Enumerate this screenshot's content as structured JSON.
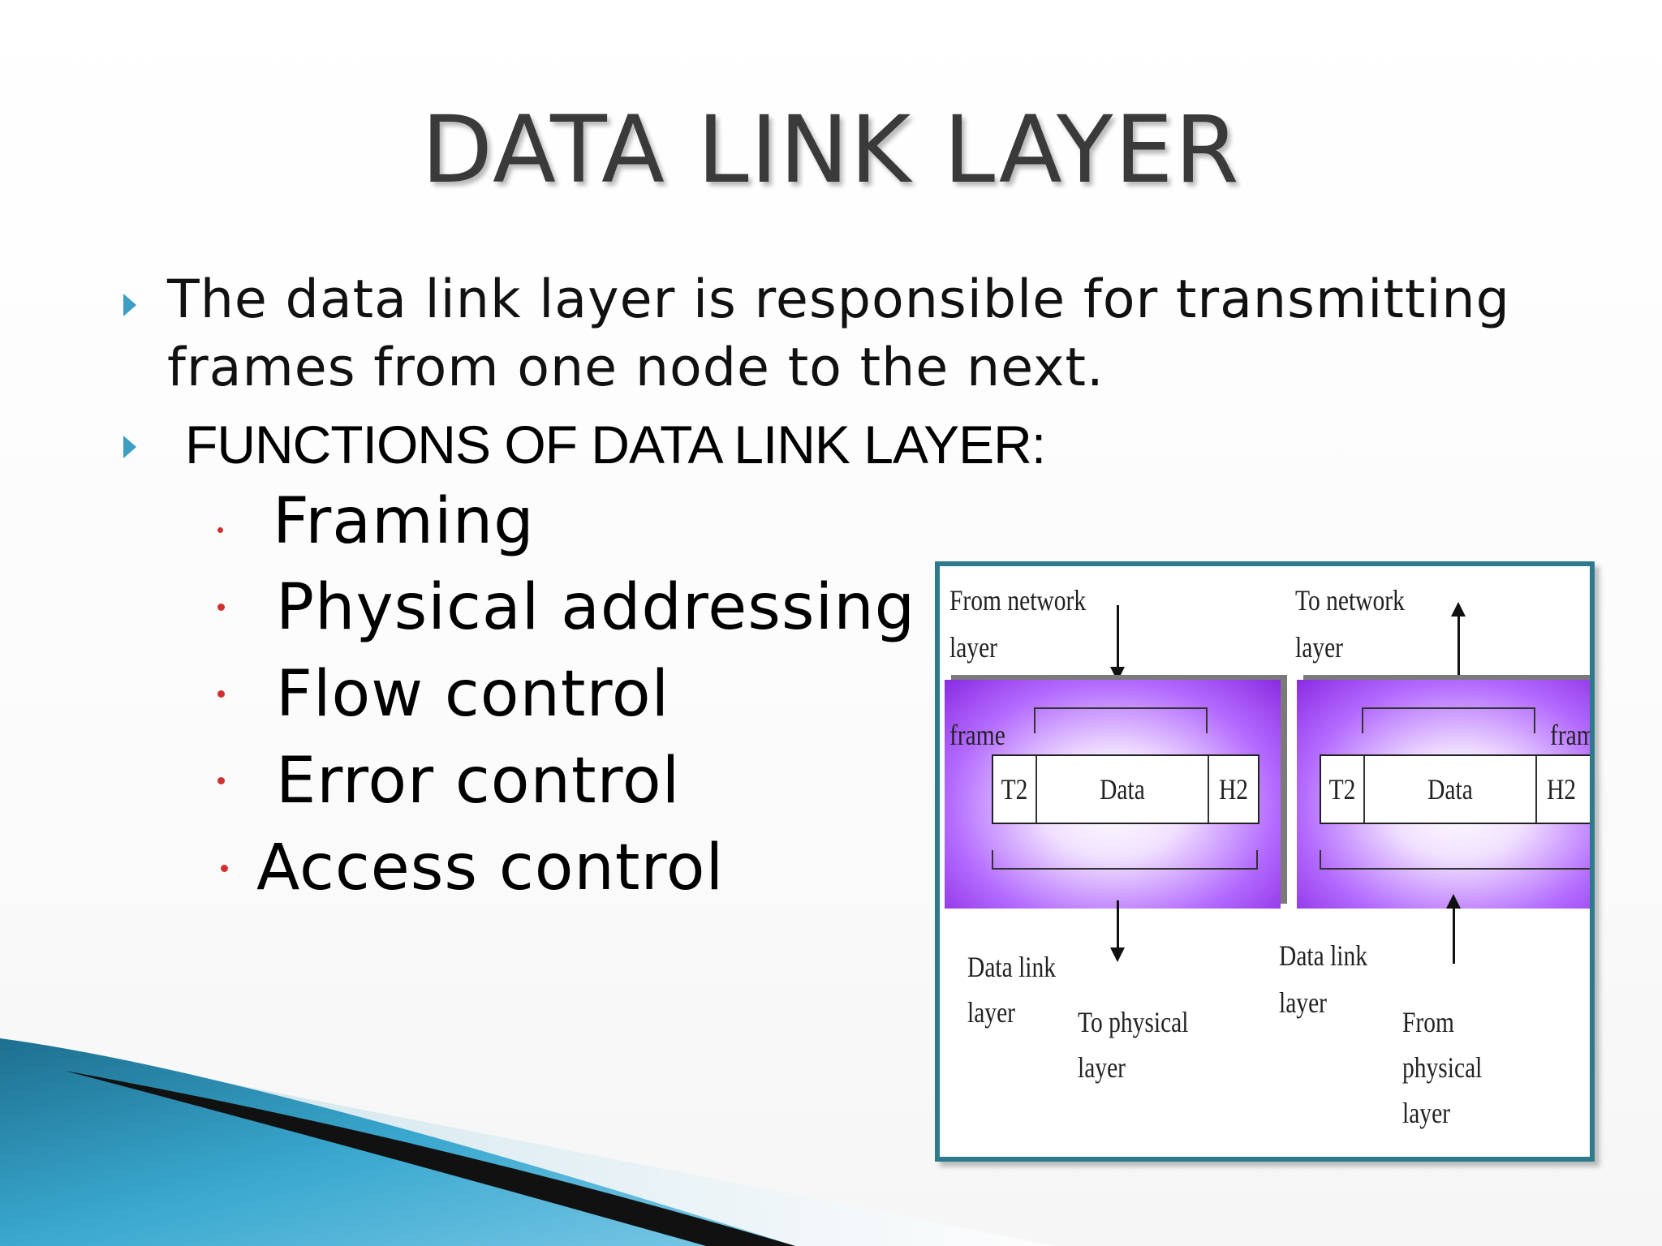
{
  "title": "DATA LINK LAYER",
  "bullets": [
    {
      "text": "The data link layer is responsible for transmitting frames from one node to the next."
    },
    {
      "text": "FUNCTIONS OF DATA LINK LAYER:"
    }
  ],
  "functions": [
    "Framing",
    "Physical addressing",
    "Flow control",
    "Error control",
    "Access control"
  ],
  "figure": {
    "left": {
      "top_label_1": "From network",
      "top_label_2": "layer",
      "frame_label": "frame",
      "cells": [
        "T2",
        "Data",
        "H2"
      ],
      "bottom_label_1": "Data link",
      "bottom_label_2": "layer",
      "out_label_1": "To physical",
      "out_label_2": "layer"
    },
    "right": {
      "top_label_1": "To network",
      "top_label_2": "layer",
      "frame_label": "frame",
      "cells": [
        "T2",
        "Data",
        "H2"
      ],
      "bottom_label_1": "Data link",
      "bottom_label_2": "layer",
      "in_label_1": "From",
      "in_label_2": "physical",
      "in_label_3": "layer"
    }
  },
  "colors": {
    "title": "#3a3a3a",
    "bullet_arrow": "#3b9ec2",
    "sub_bullet": "#d03030",
    "figure_border": "#2d7a8c",
    "frame_fill": "#8a2be2"
  }
}
